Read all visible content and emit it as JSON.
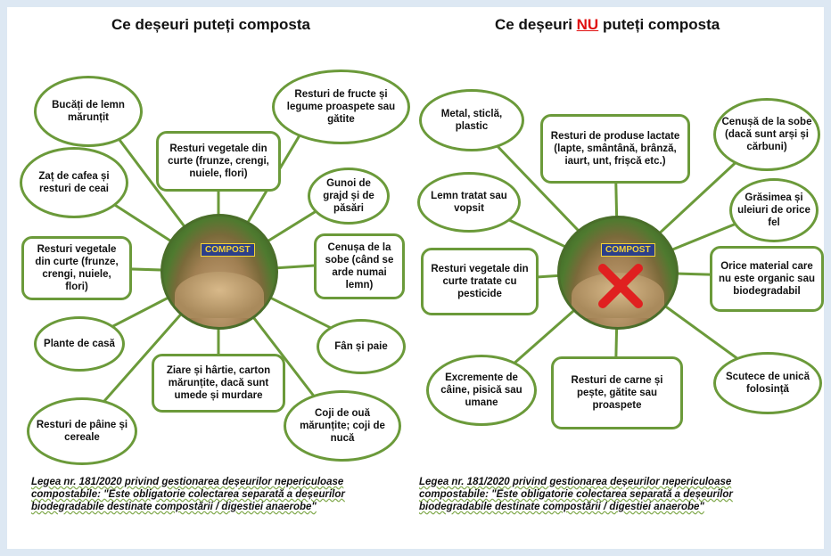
{
  "left": {
    "heading": "Ce deșeuri puteți composta",
    "center_sign": "COMPOST",
    "items": [
      "Bucăți de lemn mărunțit",
      "Resturi de fructe și legume proaspete sau gătite",
      "Resturi vegetale din curte (frunze, crengi, nuiele, flori)",
      "Zaț de cafea și resturi de ceai",
      "Gunoi de grajd și de păsări",
      "Resturi vegetale din curte (frunze, crengi, nuiele, flori)",
      "Cenușa de la sobe (când se arde numai lemn)",
      "Plante de casă",
      "Fân și paie",
      "Ziare și hârtie, carton mărunțite, dacă sunt umede și murdare",
      "Resturi de pâine și cereale",
      "Coji de ouă mărunțite; coji de nucă"
    ],
    "law": "Legea nr. 181/2020 privind gestionarea deșeurilor nepericuloase compostabile: \"Este obligatorie colectarea separată a deșeurilor biodegradabile destinate compostării / digestiei anaerobe\""
  },
  "right": {
    "heading_before": "Ce deșeuri ",
    "heading_nu": "NU",
    "heading_after": " puteți composta",
    "center_sign": "COMPOST",
    "items": [
      "Metal, sticlă, plastic",
      "Resturi de produse lactate (lapte, smântână, brânză, iaurt, unt, frișcă etc.)",
      "Cenușă de la sobe (dacă sunt arși și cărbuni)",
      "Lemn tratat sau vopsit",
      "Grăsimea și uleiuri de orice fel",
      "Resturi vegetale din curte tratate cu pesticide",
      "Orice material care nu este organic sau biodegradabil",
      "Excremente de câine, pisică sau umane",
      "Resturi de carne și pește, gătite sau proaspete",
      "Scutece de unică folosință"
    ],
    "law": "Legea nr. 181/2020 privind gestionarea deșeurilor nepericuloase compostabile: \"Este obligatorie colectarea separată a deșeurilor biodegradabile destinate compostării / digestiei anaerobe\""
  },
  "colors": {
    "border": "#6b9a3a",
    "line": "#6b9a3a",
    "nu": "#e01010",
    "x": "#e02020"
  }
}
